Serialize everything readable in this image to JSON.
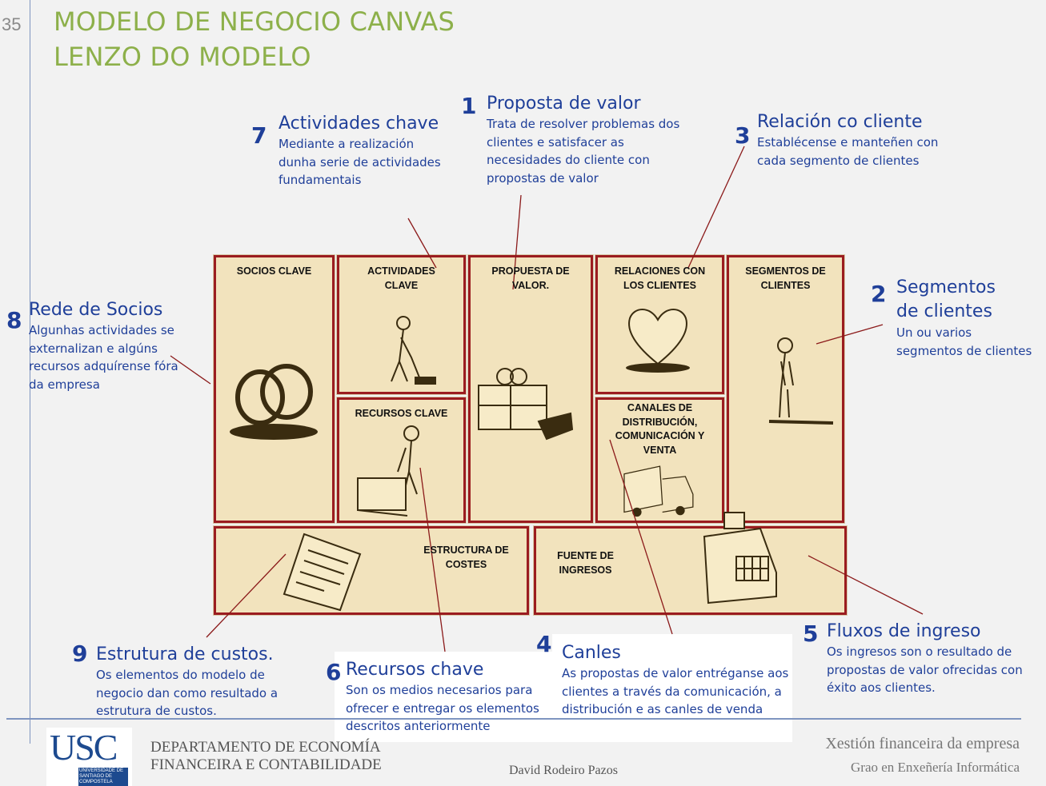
{
  "page_number": "35",
  "title": {
    "line1": "MODELO DE NEGOCIO CANVAS",
    "line2": "LENZO DO MODELO"
  },
  "canvas": {
    "socios": "SOCIOS CLAVE",
    "actividades": "ACTIVIDADES CLAVE",
    "recursos": "RECURSOS CLAVE",
    "propuesta": "PROPUESTA DE VALOR.",
    "relaciones": "RELACIONES CON LOS CLIENTES",
    "canales": "CANALES DE DISTRIBUCIÓN, COMUNICACIÓN Y VENTA",
    "segmentos": "SEGMENTOS  DE CLIENTES",
    "estructura": "ESTRUCTURA DE COSTES",
    "fuente": "FUENTE DE INGRESOS"
  },
  "annotations": [
    {
      "num": "1",
      "heading": "Proposta de valor",
      "text": "Trata de resolver problemas dos clientes e satisfacer as necesidades do cliente con propostas de valor"
    },
    {
      "num": "2",
      "heading": "Segmentos de clientes",
      "text": "Un ou varios segmentos de clientes"
    },
    {
      "num": "3",
      "heading": "Relación co cliente",
      "text": "Establécense e manteñen con cada segmento de clientes"
    },
    {
      "num": "4",
      "heading": "Canles",
      "text": "As propostas de valor entréganse aos clientes a través da comunicación, a distribución e as canles de venda"
    },
    {
      "num": "5",
      "heading": "Fluxos de ingreso",
      "text": "Os ingresos son o resultado de propostas de valor ofrecidas con éxito aos clientes."
    },
    {
      "num": "6",
      "heading": "Recursos chave",
      "text": "Son os medios necesarios para ofrecer e entregar os elementos descritos anteriormente"
    },
    {
      "num": "7",
      "heading": "Actividades chave",
      "text": "Mediante a realización dunha serie de actividades fundamentais"
    },
    {
      "num": "8",
      "heading": "Rede de Socios",
      "text": "Algunhas actividades se externalizan e algúns recursos adquírense fóra da empresa"
    },
    {
      "num": "9",
      "heading": "Estrutura de custos.",
      "text": "Os elementos do modelo de negocio dan como resultado a estrutura de custos."
    }
  ],
  "footer": {
    "logo": "USC",
    "logo_sub": "UNIVERSIDADE DE SANTIAGO DE COMPOSTELA",
    "dept1": "DEPARTAMENTO DE ECONOMÍA",
    "dept2": "FINANCEIRA E CONTABILIDADE",
    "author": "David Rodeiro Pazos",
    "course": "Xestión financeira da empresa",
    "degree": "Grao en Enxeñería Informática"
  },
  "colors": {
    "title": "#8db04a",
    "text": "#1f3f99",
    "border": "#9b1c20",
    "box": "#f2e3bd"
  }
}
